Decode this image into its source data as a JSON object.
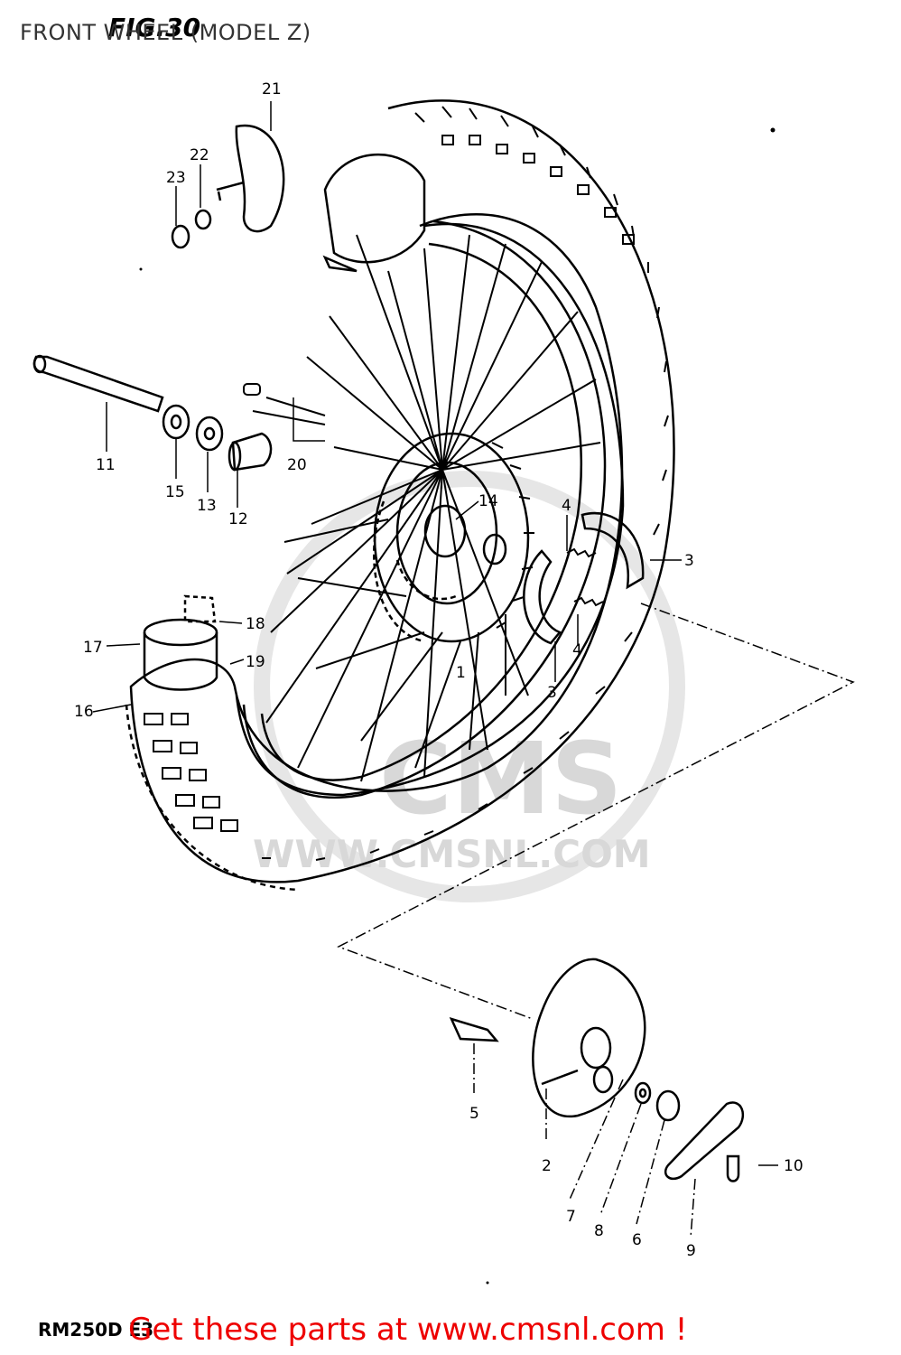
{
  "header": {
    "title": "FRONT WHEEL (MODEL Z)",
    "fig_label": "FIG.30"
  },
  "footer": {
    "model_code": "RM250D E3",
    "cta": "Get these parts at www.cmsnl.com !"
  },
  "watermark": {
    "logo": "CMS",
    "url": "WWW.CMSNL.COM"
  },
  "callouts": {
    "c1": "1",
    "c2": "2",
    "c3a": "3",
    "c3b": "3",
    "c4a": "4",
    "c4b": "4",
    "c5": "5",
    "c6": "6",
    "c7": "7",
    "c8": "8",
    "c9": "9",
    "c10": "10",
    "c11": "11",
    "c12": "12",
    "c13": "13",
    "c14": "14",
    "c15": "15",
    "c16": "16",
    "c17": "17",
    "c18": "18",
    "c19": "19",
    "c20": "20",
    "c21": "21",
    "c22": "22",
    "c23": "23"
  },
  "colors": {
    "line": "#000000",
    "cta": "#ee0000",
    "watermark": "#d8d8d8",
    "header": "#333333"
  }
}
